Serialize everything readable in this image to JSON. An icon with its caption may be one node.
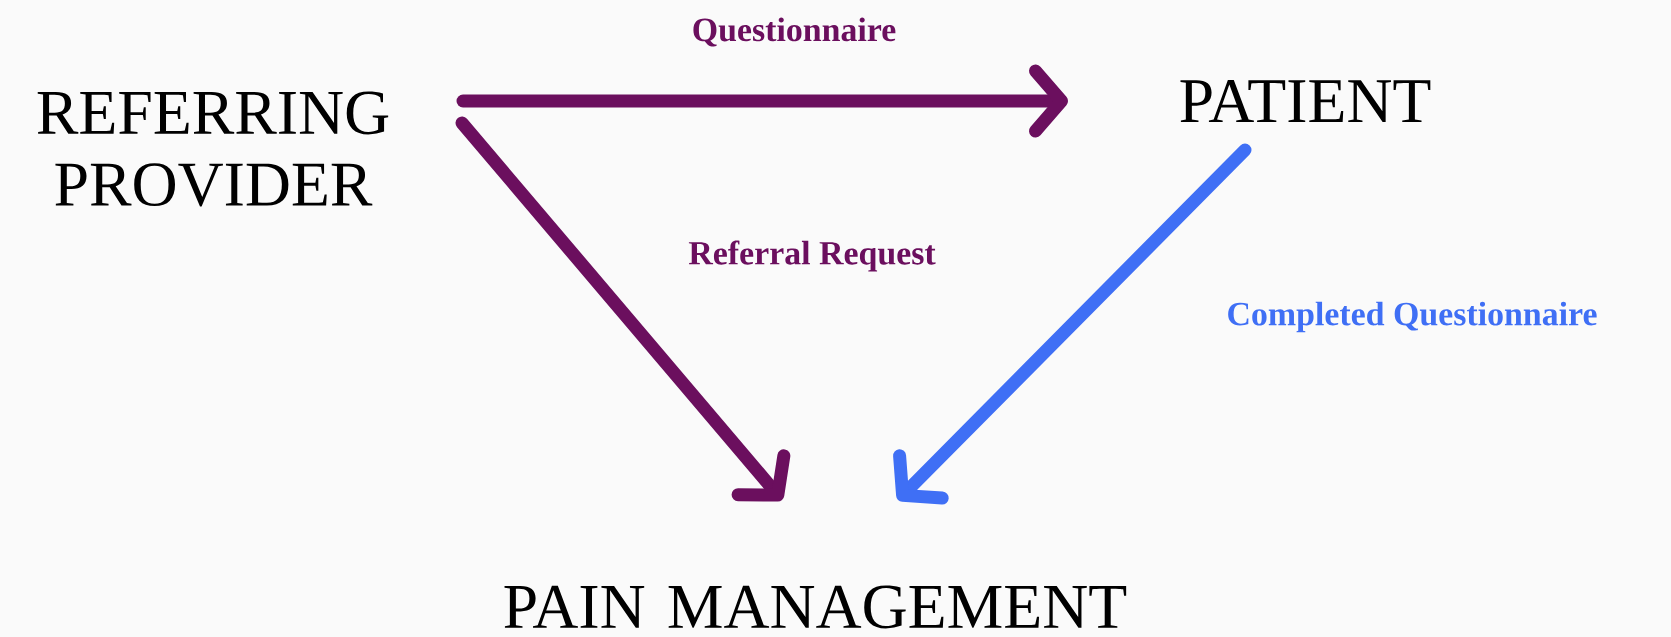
{
  "diagram": {
    "nodes": [
      {
        "text": [
          "REFERRING PROVIDER"
        ]
      },
      {
        "text": [
          "PATIENT"
        ]
      },
      {
        "text": [
          "PAIN MANAGEMENT"
        ]
      }
    ],
    "edges": [
      {
        "from": 0,
        "to": 1,
        "arrow": "to",
        "label": "Questionnaire"
      },
      {
        "from": 0,
        "to": 2,
        "arrow": "to",
        "label": "Referral Request"
      },
      {
        "from": 1,
        "to": 2,
        "arrow": "to",
        "label": "Completed Questionnaire",
        "color": "#3f6ff5"
      }
    ]
  }
}
